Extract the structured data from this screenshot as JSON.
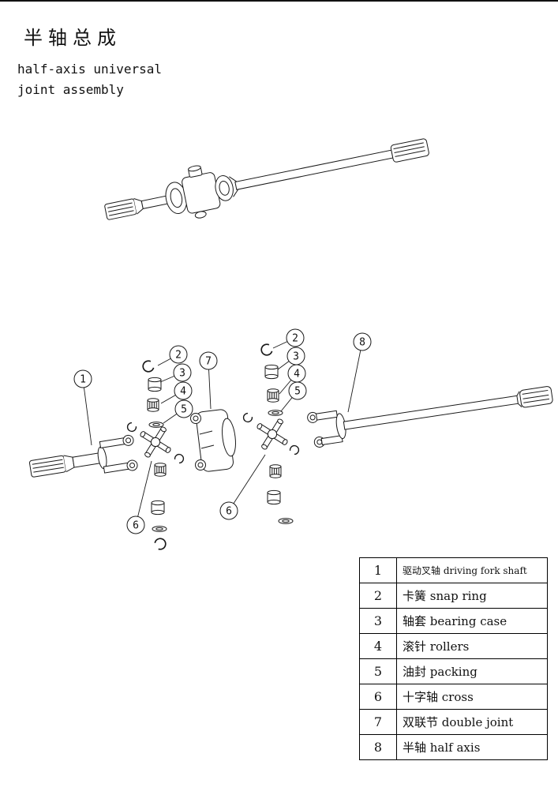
{
  "page": {
    "title_cn": "半轴总成",
    "subtitle_line1": "half-axis universal",
    "subtitle_line2": "joint assembly"
  },
  "callouts": {
    "n1": "1",
    "n2": "2",
    "n3": "3",
    "n4": "4",
    "n5": "5",
    "n6": "6",
    "n7": "7",
    "n8": "8"
  },
  "parts_table": {
    "rows": [
      {
        "num": "1",
        "name": "驱动叉轴 driving fork shaft"
      },
      {
        "num": "2",
        "name": "卡簧 snap ring"
      },
      {
        "num": "3",
        "name": "轴套 bearing case"
      },
      {
        "num": "4",
        "name": "滚针 rollers"
      },
      {
        "num": "5",
        "name": "油封 packing"
      },
      {
        "num": "6",
        "name": "十字轴 cross"
      },
      {
        "num": "7",
        "name": "双联节 double joint"
      },
      {
        "num": "8",
        "name": "半轴 half axis"
      }
    ]
  }
}
